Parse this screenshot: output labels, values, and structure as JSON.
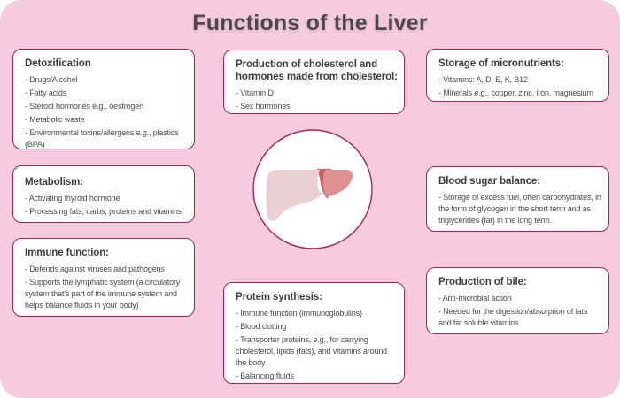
{
  "title": "Functions of the Liver",
  "colors": {
    "background": "#f6cbde",
    "box_border": "#a62250",
    "box_background": "#ffffff",
    "heading_text": "#3d3d3d",
    "body_text": "#4b4b4b",
    "title_text": "#4a4a4a",
    "liver_left_lobe": "#e9ced2",
    "liver_right_lobe": "#dd8f91",
    "liver_wedge": "#d4605e"
  },
  "liver_illustration": {
    "icon": "liver-icon"
  },
  "boxes": [
    {
      "title": "Detoxification",
      "items": [
        "- Drugs/Alcohol",
        "- Fatty acids",
        "- Steroid hormones e.g., oestrogen",
        "- Metabolic waste",
        "- Environmental toxins/allergens e.g., plastics (BPA)"
      ]
    },
    {
      "title": "Metabolism:",
      "items": [
        "- Activating thyroid hormone",
        "- Processing fats, carbs, proteins and vitamins"
      ]
    },
    {
      "title": "Immune function:",
      "items": [
        "- Defends against viruses and pathogens",
        "- Supports the lymphatic system (a circulatory system that's part of the immune system and helps balance fluids in your body)"
      ]
    },
    {
      "title": "Production of cholesterol and hormones made from cholesterol:",
      "items": [
        "- Vitamin D",
        "- Sex hormones"
      ]
    },
    {
      "title": "Protein synthesis:",
      "items": [
        "- Immune function (immunoglobulins)",
        "- Blood clotting",
        "- Transporter proteins, e.g., for carrying cholesterol, lipids (fats), and vitamins around the body",
        "- Balancing fluids"
      ]
    },
    {
      "title": "Storage of micronutrients:",
      "items": [
        "- Vitamins: A, D, E, K, B12",
        "- Minerals e.g., copper, zinc, iron, magnesium"
      ]
    },
    {
      "title": "Blood sugar balance:",
      "items": [
        "- Storage of excess fuel, often carbohydrates, in the form of glycogen in the short term and as triglycerides (fat) in the long term."
      ]
    },
    {
      "title": "Production of bile:",
      "items": [
        "- Anti-microbial action",
        "- Needed for the digestion/absorption of fats and fat soluble vitamins"
      ]
    }
  ]
}
